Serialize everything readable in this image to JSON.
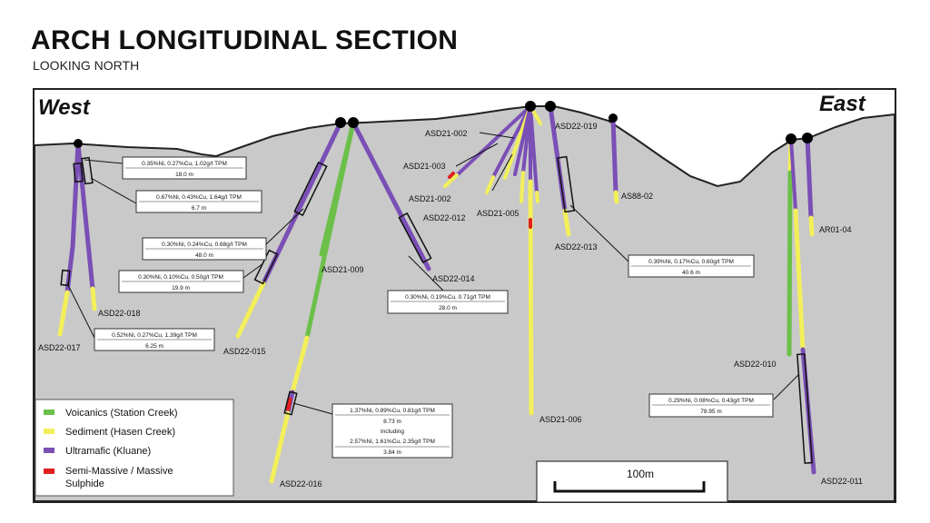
{
  "title": "ARCH LONGITUDINAL SECTION",
  "subtitle": "LOOKING NORTH",
  "directions": {
    "west": "West",
    "east": "East"
  },
  "colors": {
    "volcanics": "#6cc04a",
    "sediment": "#f2ef5a",
    "ultramafic": "#7a4fb6",
    "sulphide": "#e02020",
    "ground": "#c9c9c9"
  },
  "legend": [
    {
      "label": "Voicanics (Station Creek)",
      "color": "#6cc04a"
    },
    {
      "label": "Sediment (Hasen Creek)",
      "color": "#f2ef5a"
    },
    {
      "label": "Ultramafic (Kluane)",
      "color": "#7a4fb6"
    },
    {
      "label": "Semi-Massive / Massive",
      "label2": "Sulphide",
      "color": "#e02020"
    }
  ],
  "scale_bar": {
    "label": "100m"
  },
  "drillholes": [
    "ASD22-017",
    "ASD22-018",
    "ASD22-015",
    "ASD22-016",
    "ASD21-009",
    "ASD22-014",
    "ASD21-002",
    "ASD21-003",
    "ASD21-002",
    "ASD22-012",
    "ASD21-005",
    "ASD21-006",
    "ASD22-019",
    "ASD22-013",
    "AS88-02",
    "ASD22-010",
    "ASD22-011",
    "AR01-04"
  ],
  "intercepts": [
    {
      "l1": "0.35%Ni, 0.27%Cu, 1.02g/t TPM",
      "l2": "18.0 m"
    },
    {
      "l1": "0.67%Ni, 0.43%Cu, 1.64g/t TPM",
      "l2": "6.7 m"
    },
    {
      "l1": "0.30%Ni, 0.24%Cu, 0.68g/t TPM",
      "l2": "48.0 m"
    },
    {
      "l1": "0.30%Ni, 0.10%Cu, 0.50g/t TPM",
      "l2": "19.9 m"
    },
    {
      "l1": "0.52%Ni, 0.27%Cu, 1.39g/t TPM",
      "l2": "6.25 m"
    },
    {
      "l1": "0.30%Ni, 0.19%Cu, 0.71g/t TPM",
      "l2": "28.0 m"
    },
    {
      "l1": "1.37%Ni, 0.89%Cu, 0.81g/t TPM",
      "l2": "8.73 m",
      "l3": "Including",
      "l4": "2.57%Ni, 1.61%Cu, 2.35g/t TPM",
      "l5": "3.84 m"
    },
    {
      "l1": "0.39%Ni, 0.17%Cu, 0.60g/t TPM",
      "l2": "40.6 m"
    },
    {
      "l1": "0.29%Ni, 0.08%Cu, 0.43g/t TPM",
      "l2": "78.95 m"
    }
  ]
}
